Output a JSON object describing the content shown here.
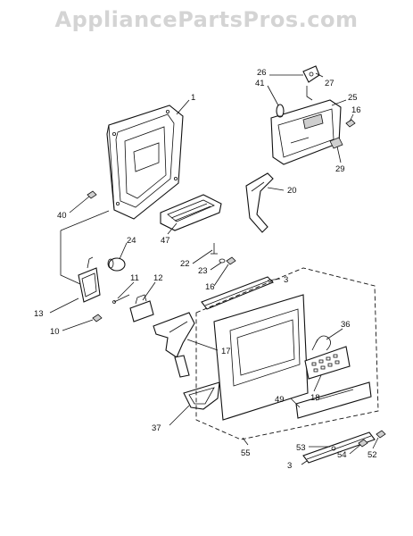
{
  "watermark": "AppliancePartsPros.com",
  "callouts": [
    {
      "id": "c1",
      "text": "1"
    },
    {
      "id": "c3a",
      "text": "3"
    },
    {
      "id": "c3b",
      "text": "3"
    },
    {
      "id": "c10",
      "text": "10"
    },
    {
      "id": "c11",
      "text": "11"
    },
    {
      "id": "c12",
      "text": "12"
    },
    {
      "id": "c13",
      "text": "13"
    },
    {
      "id": "c16a",
      "text": "16"
    },
    {
      "id": "c16b",
      "text": "16"
    },
    {
      "id": "c17",
      "text": "17"
    },
    {
      "id": "c18",
      "text": "18"
    },
    {
      "id": "c20",
      "text": "20"
    },
    {
      "id": "c22",
      "text": "22"
    },
    {
      "id": "c23",
      "text": "23"
    },
    {
      "id": "c24",
      "text": "24"
    },
    {
      "id": "c25",
      "text": "25"
    },
    {
      "id": "c26",
      "text": "26"
    },
    {
      "id": "c27",
      "text": "27"
    },
    {
      "id": "c29",
      "text": "29"
    },
    {
      "id": "c36",
      "text": "36"
    },
    {
      "id": "c37",
      "text": "37"
    },
    {
      "id": "c40",
      "text": "40"
    },
    {
      "id": "c41",
      "text": "41"
    },
    {
      "id": "c47",
      "text": "47"
    },
    {
      "id": "c49",
      "text": "49"
    },
    {
      "id": "c52",
      "text": "52"
    },
    {
      "id": "c53",
      "text": "53"
    },
    {
      "id": "c54",
      "text": "54"
    },
    {
      "id": "c55",
      "text": "55"
    }
  ]
}
